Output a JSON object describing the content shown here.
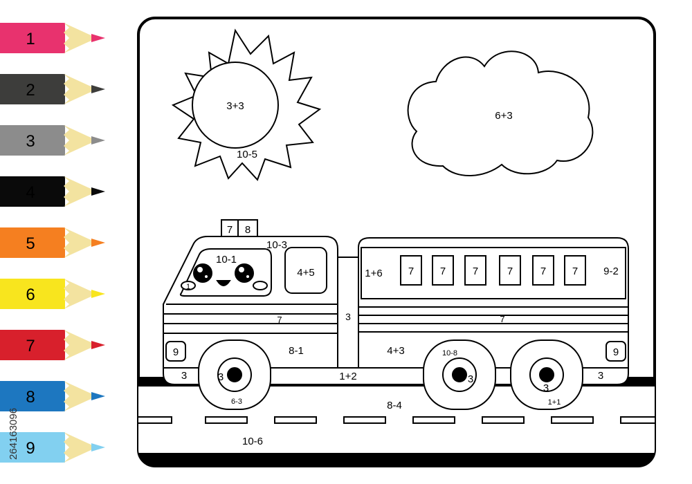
{
  "pencils": [
    {
      "number": "1",
      "color": "#e8326e"
    },
    {
      "number": "2",
      "color": "#3d3d3b"
    },
    {
      "number": "3",
      "color": "#8c8c8c"
    },
    {
      "number": "4",
      "color": "#0a0a0a"
    },
    {
      "number": "5",
      "color": "#f57f20"
    },
    {
      "number": "6",
      "color": "#f8e51e"
    },
    {
      "number": "7",
      "color": "#d8202c"
    },
    {
      "number": "8",
      "color": "#1d77c0"
    },
    {
      "number": "9",
      "color": "#82d0f0"
    }
  ],
  "pencil_tip_color": "#f3e3a0",
  "sun": {
    "center_label": "3+3",
    "rays_label": "10-5"
  },
  "cloud": {
    "label": "6+3"
  },
  "truck": {
    "siren_left": "7",
    "siren_right": "8",
    "cab_top": "10-3",
    "windshield": "10-1",
    "cheek": "1",
    "cab_window": "4+5",
    "cab_stripes": "7",
    "cab_lower": "8-1",
    "left_light": "9",
    "connector": "3",
    "bumper_left": "3",
    "body_front": "1+6",
    "ladder_rungs": [
      "7",
      "7",
      "7",
      "7",
      "7",
      "7"
    ],
    "body_end": "9-2",
    "body_stripes": "7",
    "body_lower": "4+3",
    "right_light": "9",
    "chassis": "1+2",
    "bumper_right": "3",
    "wheel1_hub": "3",
    "wheel1_tire": "6-3",
    "wheel2_tire": "10-8",
    "wheel2_hub": "3",
    "wheel3_hub": "3",
    "wheel3_tire": "1+1"
  },
  "road": {
    "label": "8-4"
  },
  "ground": {
    "label": "10-6"
  },
  "watermark": "264163096"
}
